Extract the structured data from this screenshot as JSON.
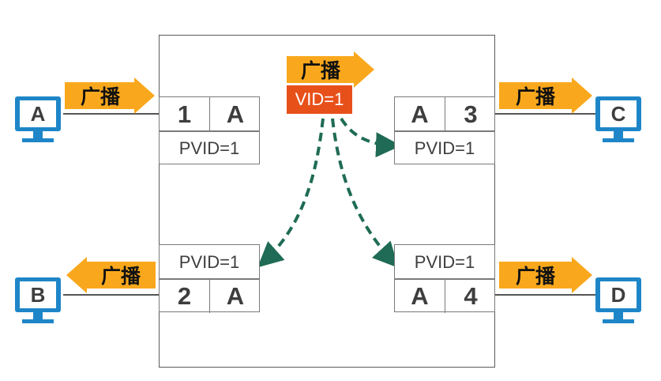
{
  "broadcast_label": "广播",
  "vid_label": "VID=1",
  "colors": {
    "broadcast_arrow": "#f9a81d",
    "vid_box": "#e8501a",
    "flow_arrow": "#1f6b55",
    "computer_body": "#1e86c8"
  },
  "ports": {
    "p1": {
      "port": "1",
      "vlan": "A",
      "pvid": "PVID=1"
    },
    "p2": {
      "port": "2",
      "vlan": "A",
      "pvid": "PVID=1"
    },
    "p3": {
      "port": "3",
      "vlan": "A",
      "pvid": "PVID=1"
    },
    "p4": {
      "port": "4",
      "vlan": "A",
      "pvid": "PVID=1"
    }
  },
  "computers": {
    "a": "A",
    "b": "B",
    "c": "C",
    "d": "D"
  }
}
